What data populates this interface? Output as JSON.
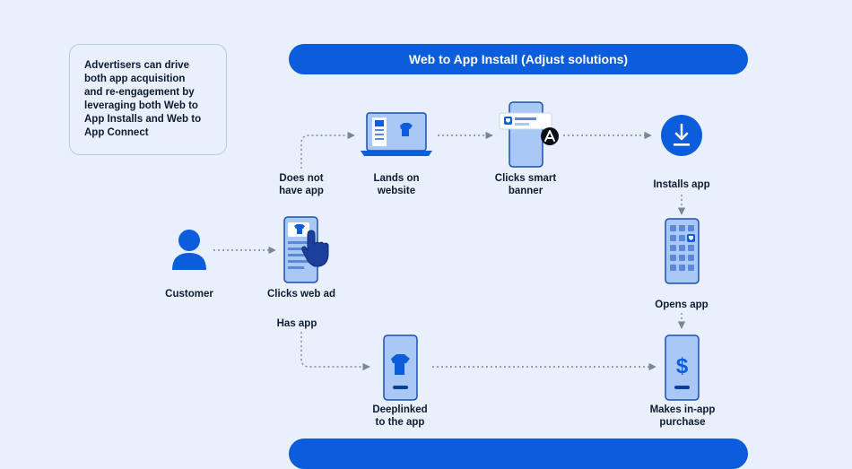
{
  "note": {
    "lines": [
      "Advertisers can drive",
      "both app acquisition",
      "and re-engagement by",
      "leveraging both Web to",
      "App Installs and Web to",
      "App Connect"
    ]
  },
  "banner": {
    "title": "Web to App Install (Adjust solutions)"
  },
  "nodes": {
    "customer": "Customer",
    "clicks_web_ad": "Clicks web ad",
    "does_not_have_app": "Does not\nhave app",
    "has_app": "Has app",
    "lands_on_website": "Lands on\nwebsite",
    "clicks_smart_banner": "Clicks smart\nbanner",
    "installs_app": "Installs app",
    "opens_app": "Opens app",
    "deeplinked": "Deeplinked\nto the app",
    "makes_purchase": "Makes in-app\npurchase"
  },
  "icons": {
    "customer": "person-icon",
    "clicks_web_ad": "phone-tap-icon",
    "lands_on_website": "laptop-icon",
    "clicks_smart_banner": "phone-smart-banner-icon",
    "installs_app": "download-icon",
    "opens_app": "phone-app-grid-icon",
    "deeplinked": "phone-shirt-icon",
    "makes_purchase": "phone-dollar-icon"
  },
  "colors": {
    "background": "#e9f0fb",
    "primary": "#0b5ddb",
    "device_fill": "#a9c8f5",
    "device_stroke": "#1b4fb0",
    "connector": "#7a8597"
  }
}
